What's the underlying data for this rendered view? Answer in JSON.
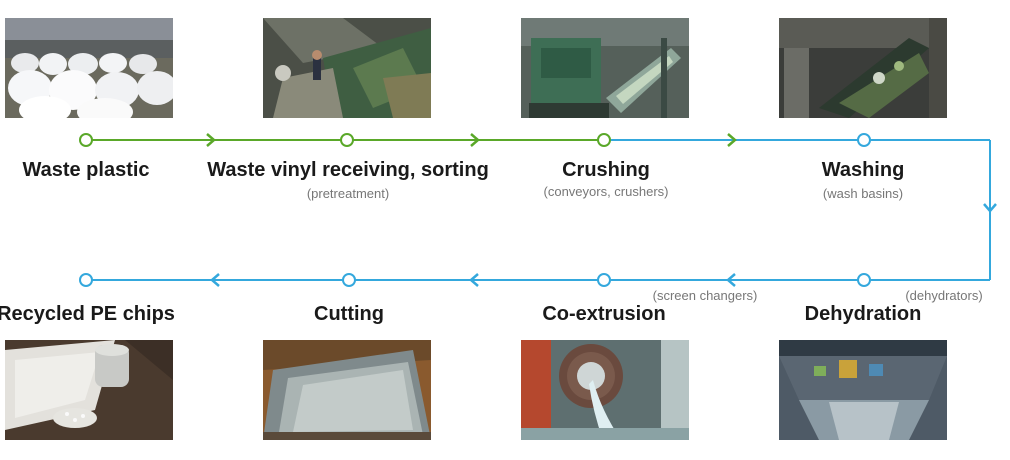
{
  "steps": {
    "waste_plastic": {
      "label": "Waste plastic"
    },
    "receiving": {
      "label": "Waste vinyl receiving, sorting",
      "sub": "(pretreatment)"
    },
    "crushing": {
      "label": "Crushing",
      "sub": "(conveyors, crushers)"
    },
    "washing": {
      "label": "Washing",
      "sub": "(wash basins)"
    },
    "dehydration": {
      "label": "Dehydration",
      "sub": "(dehydrators)"
    },
    "coextrusion": {
      "label": "Co-extrusion",
      "sub": "(screen changers)"
    },
    "cutting": {
      "label": "Cutting"
    },
    "chips": {
      "label": "Recycled PE chips"
    }
  },
  "colors": {
    "green": "#5aa829",
    "blue": "#34a8dd"
  }
}
